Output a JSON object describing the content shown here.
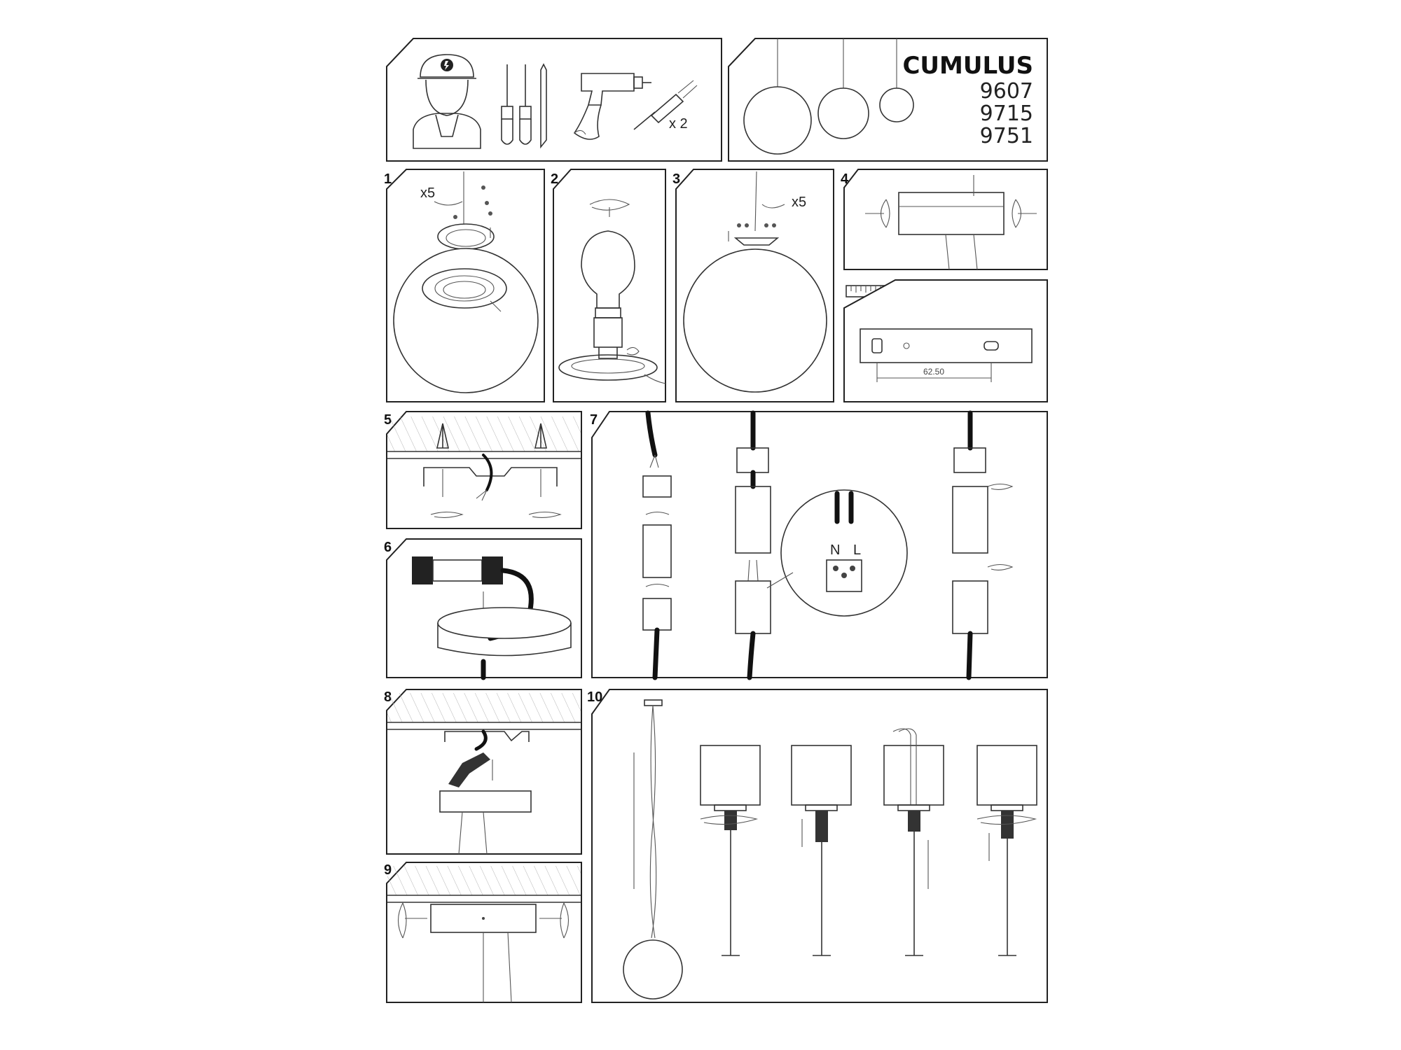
{
  "product": {
    "name": "CUMULUS",
    "codes": [
      "9607",
      "9715",
      "9751"
    ]
  },
  "tools": {
    "anchor_quantity": "x 2"
  },
  "steps": {
    "s1": {
      "number": "1",
      "screw_count": "x5"
    },
    "s2": {
      "number": "2"
    },
    "s3": {
      "number": "3",
      "screw_count": "x5"
    },
    "s4": {
      "number": "4",
      "dimension": "62.50"
    },
    "s5": {
      "number": "5"
    },
    "s6": {
      "number": "6"
    },
    "s7": {
      "number": "7",
      "wire_neutral": "N",
      "wire_live": "L"
    },
    "s8": {
      "number": "8"
    },
    "s9": {
      "number": "9"
    },
    "s10": {
      "number": "10"
    }
  }
}
